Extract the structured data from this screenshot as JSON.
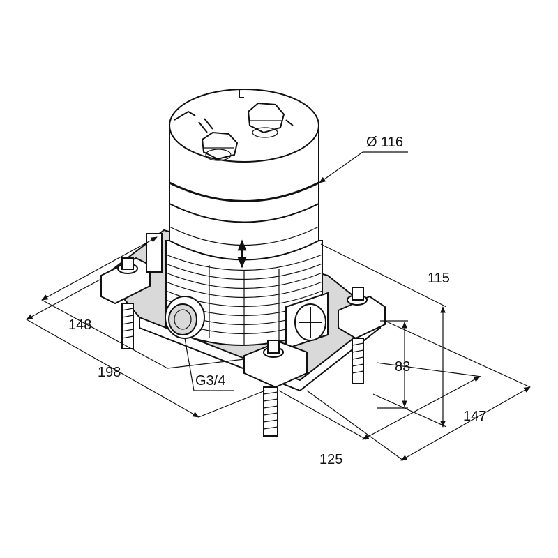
{
  "dimensions": {
    "diameter": "Ø 116",
    "height_total": "115",
    "height_lower": "83",
    "width_147": "147",
    "width_125": "125",
    "length_198": "198",
    "length_148": "148",
    "thread": "G3/4"
  },
  "colors": {
    "line": "#111111",
    "background": "#ffffff",
    "shade": "#d9d9d9"
  }
}
